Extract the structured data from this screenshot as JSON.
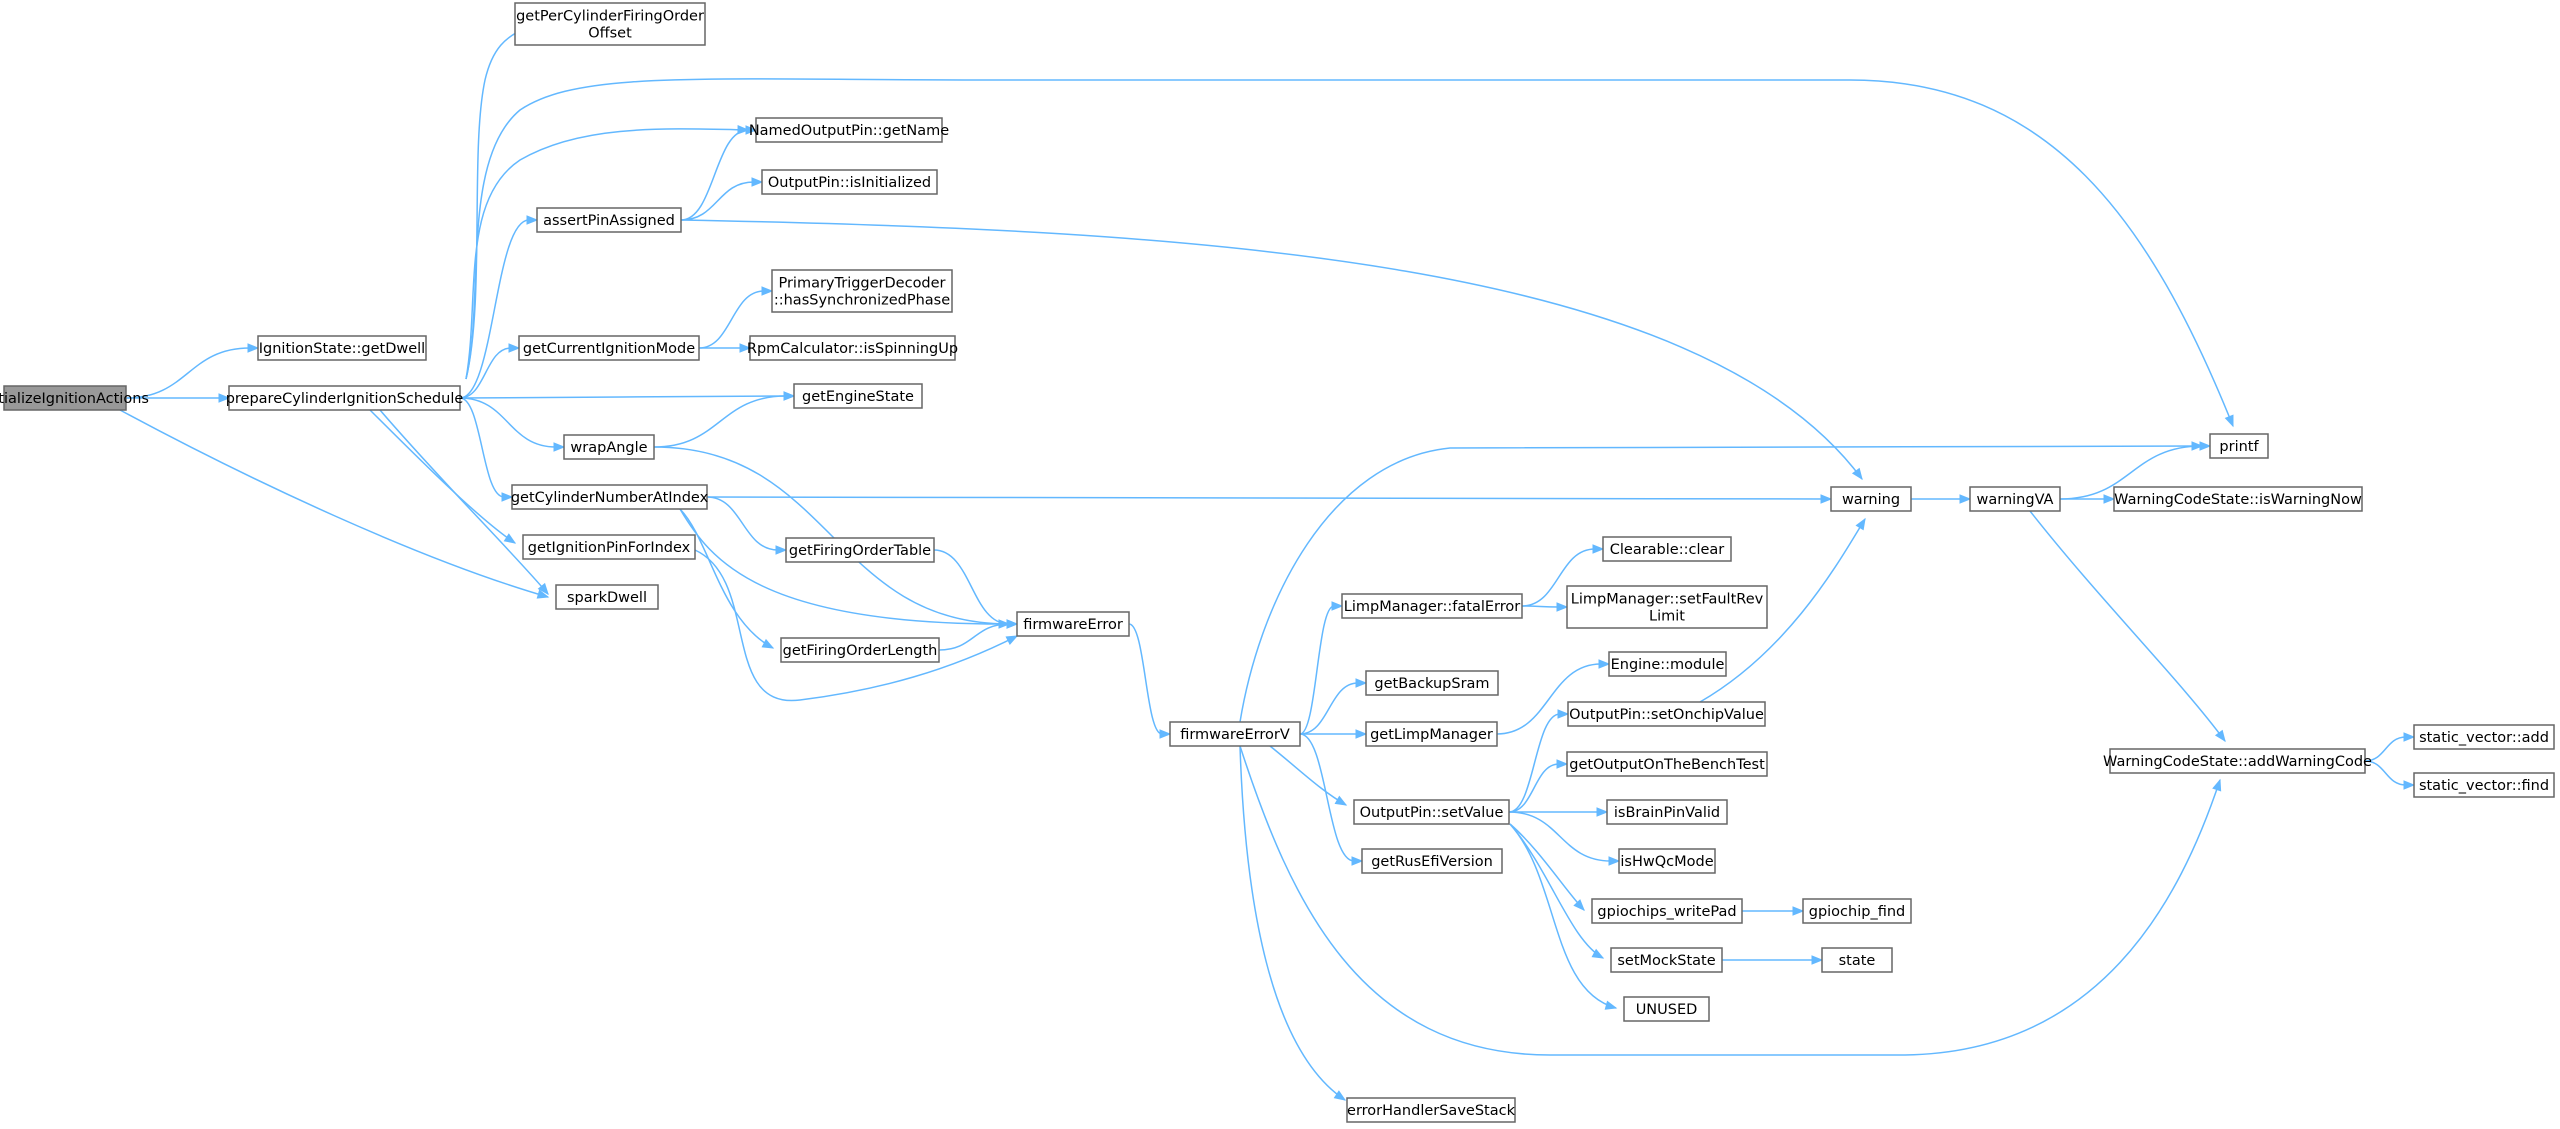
{
  "graph": {
    "nodes": [
      {
        "id": "initializeIgnitionActions",
        "lines": [
          "initializeIgnitionActions"
        ],
        "root": true
      },
      {
        "id": "IgnitionState::getDwell",
        "lines": [
          "IgnitionState::getDwell"
        ]
      },
      {
        "id": "prepareCylinderIgnitionSchedule",
        "lines": [
          "prepareCylinderIgnitionSchedule"
        ]
      },
      {
        "id": "sparkDwell",
        "lines": [
          "sparkDwell"
        ]
      },
      {
        "id": "getPerCylinderFiringOrderOffset",
        "lines": [
          "getPerCylinderFiringOrder",
          "Offset"
        ]
      },
      {
        "id": "NamedOutputPin::getName",
        "lines": [
          "NamedOutputPin::getName"
        ]
      },
      {
        "id": "OutputPin::isInitialized",
        "lines": [
          "OutputPin::isInitialized"
        ]
      },
      {
        "id": "assertPinAssigned",
        "lines": [
          "assertPinAssigned"
        ]
      },
      {
        "id": "PrimaryTriggerDecoder::hasSynchronizedPhase",
        "lines": [
          "PrimaryTriggerDecoder",
          "::hasSynchronizedPhase"
        ]
      },
      {
        "id": "getCurrentIgnitionMode",
        "lines": [
          "getCurrentIgnitionMode"
        ]
      },
      {
        "id": "RpmCalculator::isSpinningUp",
        "lines": [
          "RpmCalculator::isSpinningUp"
        ]
      },
      {
        "id": "getEngineState",
        "lines": [
          "getEngineState"
        ]
      },
      {
        "id": "wrapAngle",
        "lines": [
          "wrapAngle"
        ]
      },
      {
        "id": "getCylinderNumberAtIndex",
        "lines": [
          "getCylinderNumberAtIndex"
        ]
      },
      {
        "id": "getIgnitionPinForIndex",
        "lines": [
          "getIgnitionPinForIndex"
        ]
      },
      {
        "id": "getFiringOrderTable",
        "lines": [
          "getFiringOrderTable"
        ]
      },
      {
        "id": "getFiringOrderLength",
        "lines": [
          "getFiringOrderLength"
        ]
      },
      {
        "id": "firmwareError",
        "lines": [
          "firmwareError"
        ]
      },
      {
        "id": "printf",
        "lines": [
          "printf"
        ]
      },
      {
        "id": "warning",
        "lines": [
          "warning"
        ]
      },
      {
        "id": "warningVA",
        "lines": [
          "warningVA"
        ]
      },
      {
        "id": "WarningCodeState::isWarningNow",
        "lines": [
          "WarningCodeState::isWarningNow"
        ]
      },
      {
        "id": "firmwareErrorV",
        "lines": [
          "firmwareErrorV"
        ]
      },
      {
        "id": "Clearable::clear",
        "lines": [
          "Clearable::clear"
        ]
      },
      {
        "id": "LimpManager::fatalError",
        "lines": [
          "LimpManager::fatalError"
        ]
      },
      {
        "id": "LimpManager::setFaultRevLimit",
        "lines": [
          "LimpManager::setFaultRev",
          "Limit"
        ]
      },
      {
        "id": "getBackupSram",
        "lines": [
          "getBackupSram"
        ]
      },
      {
        "id": "Engine::module",
        "lines": [
          "Engine::module"
        ]
      },
      {
        "id": "getLimpManager",
        "lines": [
          "getLimpManager"
        ]
      },
      {
        "id": "OutputPin::setOnchipValue",
        "lines": [
          "OutputPin::setOnchipValue"
        ]
      },
      {
        "id": "getOutputOnTheBenchTest",
        "lines": [
          "getOutputOnTheBenchTest"
        ]
      },
      {
        "id": "OutputPin::setValue",
        "lines": [
          "OutputPin::setValue"
        ]
      },
      {
        "id": "isBrainPinValid",
        "lines": [
          "isBrainPinValid"
        ]
      },
      {
        "id": "getRusEfiVersion",
        "lines": [
          "getRusEfiVersion"
        ]
      },
      {
        "id": "isHwQcMode",
        "lines": [
          "isHwQcMode"
        ]
      },
      {
        "id": "gpiochips_writePad",
        "lines": [
          "gpiochips_writePad"
        ]
      },
      {
        "id": "gpiochip_find",
        "lines": [
          "gpiochip_find"
        ]
      },
      {
        "id": "setMockState",
        "lines": [
          "setMockState"
        ]
      },
      {
        "id": "state",
        "lines": [
          "state"
        ]
      },
      {
        "id": "UNUSED",
        "lines": [
          "UNUSED"
        ]
      },
      {
        "id": "WarningCodeState::addWarningCode",
        "lines": [
          "WarningCodeState::addWarningCode"
        ]
      },
      {
        "id": "static_vector::add",
        "lines": [
          "static_vector::add"
        ]
      },
      {
        "id": "static_vector::find",
        "lines": [
          "static_vector::find"
        ]
      },
      {
        "id": "errorHandlerSaveStack",
        "lines": [
          "errorHandlerSaveStack"
        ]
      }
    ],
    "edges": [
      [
        "initializeIgnitionActions",
        "IgnitionState::getDwell"
      ],
      [
        "initializeIgnitionActions",
        "prepareCylinderIgnitionSchedule"
      ],
      [
        "initializeIgnitionActions",
        "sparkDwell"
      ],
      [
        "prepareCylinderIgnitionSchedule",
        "getPerCylinderFiringOrderOffset"
      ],
      [
        "prepareCylinderIgnitionSchedule",
        "printf"
      ],
      [
        "prepareCylinderIgnitionSchedule",
        "NamedOutputPin::getName"
      ],
      [
        "prepareCylinderIgnitionSchedule",
        "assertPinAssigned"
      ],
      [
        "prepareCylinderIgnitionSchedule",
        "getCurrentIgnitionMode"
      ],
      [
        "prepareCylinderIgnitionSchedule",
        "getEngineState"
      ],
      [
        "prepareCylinderIgnitionSchedule",
        "wrapAngle"
      ],
      [
        "prepareCylinderIgnitionSchedule",
        "getCylinderNumberAtIndex"
      ],
      [
        "prepareCylinderIgnitionSchedule",
        "getIgnitionPinForIndex"
      ],
      [
        "prepareCylinderIgnitionSchedule",
        "sparkDwell"
      ],
      [
        "assertPinAssigned",
        "NamedOutputPin::getName"
      ],
      [
        "assertPinAssigned",
        "OutputPin::isInitialized"
      ],
      [
        "assertPinAssigned",
        "warning"
      ],
      [
        "getCurrentIgnitionMode",
        "PrimaryTriggerDecoder::hasSynchronizedPhase"
      ],
      [
        "getCurrentIgnitionMode",
        "RpmCalculator::isSpinningUp"
      ],
      [
        "wrapAngle",
        "getEngineState"
      ],
      [
        "wrapAngle",
        "firmwareError"
      ],
      [
        "getCylinderNumberAtIndex",
        "warning"
      ],
      [
        "getCylinderNumberAtIndex",
        "getFiringOrderTable"
      ],
      [
        "getCylinderNumberAtIndex",
        "getFiringOrderLength"
      ],
      [
        "getCylinderNumberAtIndex",
        "firmwareError"
      ],
      [
        "getIgnitionPinForIndex",
        "firmwareError"
      ],
      [
        "getFiringOrderTable",
        "firmwareError"
      ],
      [
        "getFiringOrderLength",
        "firmwareError"
      ],
      [
        "firmwareError",
        "firmwareErrorV"
      ],
      [
        "firmwareErrorV",
        "printf"
      ],
      [
        "firmwareErrorV",
        "LimpManager::fatalError"
      ],
      [
        "firmwareErrorV",
        "getBackupSram"
      ],
      [
        "firmwareErrorV",
        "getLimpManager"
      ],
      [
        "firmwareErrorV",
        "OutputPin::setValue"
      ],
      [
        "firmwareErrorV",
        "getRusEfiVersion"
      ],
      [
        "firmwareErrorV",
        "WarningCodeState::addWarningCode"
      ],
      [
        "firmwareErrorV",
        "errorHandlerSaveStack"
      ],
      [
        "warning",
        "warningVA"
      ],
      [
        "warningVA",
        "printf"
      ],
      [
        "warningVA",
        "WarningCodeState::isWarningNow"
      ],
      [
        "warningVA",
        "WarningCodeState::addWarningCode"
      ],
      [
        "LimpManager::fatalError",
        "Clearable::clear"
      ],
      [
        "LimpManager::fatalError",
        "LimpManager::setFaultRevLimit"
      ],
      [
        "getLimpManager",
        "Engine::module"
      ],
      [
        "OutputPin::setValue",
        "OutputPin::setOnchipValue"
      ],
      [
        "OutputPin::setValue",
        "getOutputOnTheBenchTest"
      ],
      [
        "OutputPin::setValue",
        "isBrainPinValid"
      ],
      [
        "OutputPin::setValue",
        "isHwQcMode"
      ],
      [
        "OutputPin::setValue",
        "gpiochips_writePad"
      ],
      [
        "OutputPin::setValue",
        "setMockState"
      ],
      [
        "OutputPin::setValue",
        "UNUSED"
      ],
      [
        "OutputPin::setOnchipValue",
        "warning"
      ],
      [
        "gpiochips_writePad",
        "gpiochip_find"
      ],
      [
        "setMockState",
        "state"
      ],
      [
        "WarningCodeState::addWarningCode",
        "static_vector::add"
      ],
      [
        "WarningCodeState::addWarningCode",
        "static_vector::find"
      ]
    ]
  }
}
